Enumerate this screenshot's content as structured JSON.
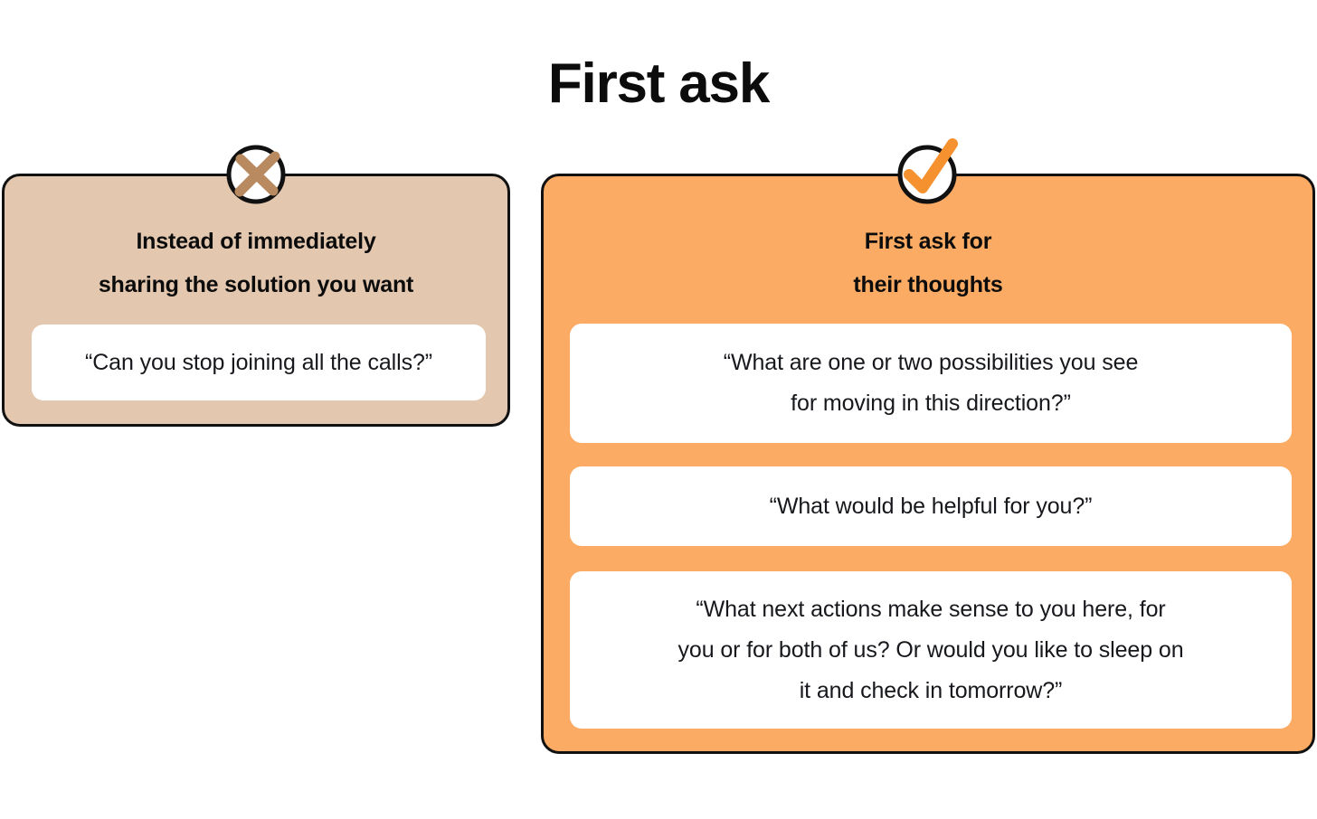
{
  "page": {
    "title": "First ask",
    "background_color": "#ffffff"
  },
  "colors": {
    "dont_card_bg": "#e3c7af",
    "do_card_bg": "#fbab63",
    "quote_box_bg": "#ffffff",
    "border": "#111111",
    "x_mark": "#b98a60",
    "check_mark": "#f5912e",
    "text": "#0c0c0c"
  },
  "cards": [
    {
      "id": "dont",
      "badge_icon": "x-mark-icon",
      "heading_lines": [
        "Instead of immediately",
        "sharing the solution you want"
      ],
      "quotes": [
        {
          "lines": [
            "“Can you stop joining all the calls?”"
          ]
        }
      ]
    },
    {
      "id": "do",
      "badge_icon": "check-mark-icon",
      "heading_lines": [
        "First ask for",
        "their thoughts"
      ],
      "quotes": [
        {
          "lines": [
            "“What are one or two possibilities you see",
            "for moving in this direction?”"
          ]
        },
        {
          "lines": [
            "“What would be helpful for you?”"
          ]
        },
        {
          "lines": [
            "“What next actions make sense to you here, for",
            "you or for both of us? Or would you like to sleep on",
            "it and check in tomorrow?”"
          ]
        }
      ]
    }
  ]
}
